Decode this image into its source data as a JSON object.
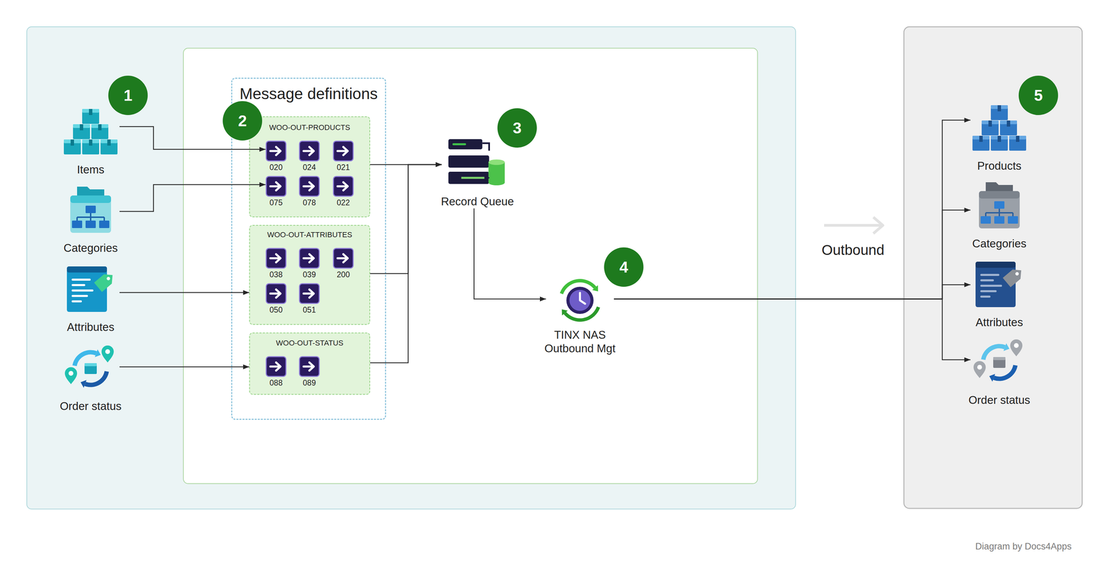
{
  "diagram": {
    "nodes": [
      {
        "text": [
          "Items"
        ]
      },
      {
        "text": [
          "Categories"
        ]
      },
      {
        "text": [
          "Attributes"
        ]
      },
      {
        "text": [
          "Order status"
        ]
      },
      {
        "text": [
          "Message definitions"
        ]
      },
      {
        "text": [
          "WOO-OUT-PRODUCTS"
        ],
        "in": 4
      },
      {
        "text": [
          "020"
        ],
        "in": 5
      },
      {
        "text": [
          "024"
        ],
        "in": 5
      },
      {
        "text": [
          "021"
        ],
        "in": 5
      },
      {
        "text": [
          "075"
        ],
        "in": 5
      },
      {
        "text": [
          "078"
        ],
        "in": 5
      },
      {
        "text": [
          "022"
        ],
        "in": 5
      },
      {
        "text": [
          "WOO-OUT-ATTRIBUTES"
        ],
        "in": 4
      },
      {
        "text": [
          "038"
        ],
        "in": 12
      },
      {
        "text": [
          "039"
        ],
        "in": 12
      },
      {
        "text": [
          "200"
        ],
        "in": 12
      },
      {
        "text": [
          "050"
        ],
        "in": 12
      },
      {
        "text": [
          "051"
        ],
        "in": 12
      },
      {
        "text": [
          "WOO-OUT-STATUS"
        ],
        "in": 4
      },
      {
        "text": [
          "088"
        ],
        "in": 18
      },
      {
        "text": [
          "089"
        ],
        "in": 18
      },
      {
        "text": [
          "Record Queue"
        ]
      },
      {
        "text": [
          "TINX NAS Outbound Mgt"
        ]
      },
      {
        "text": [
          "Products"
        ]
      },
      {
        "text": [
          "Categories"
        ]
      },
      {
        "text": [
          "Attributes"
        ]
      },
      {
        "text": [
          "Order status"
        ]
      }
    ],
    "edges": [
      {
        "from": 0,
        "to": 6,
        "arrow": "to"
      },
      {
        "from": 1,
        "to": 9,
        "arrow": "to"
      },
      {
        "from": 2,
        "to": 12,
        "arrow": "to"
      },
      {
        "from": 3,
        "to": 18,
        "arrow": "to"
      },
      {
        "from": 5,
        "to": 21,
        "arrow": "to"
      },
      {
        "from": 12,
        "to": 21,
        "arrow": "to"
      },
      {
        "from": 18,
        "to": 21,
        "arrow": "to"
      },
      {
        "from": 21,
        "to": 22,
        "arrow": "to"
      },
      {
        "from": 22,
        "to": 23,
        "arrow": "to"
      },
      {
        "from": 22,
        "to": 24,
        "arrow": "to"
      },
      {
        "from": 22,
        "to": 25,
        "arrow": "to"
      },
      {
        "from": 22,
        "to": 26,
        "arrow": "to"
      }
    ],
    "labels": [
      "1",
      "2",
      "3",
      "4",
      "5",
      "Outbound",
      "Diagram by Docs4Apps"
    ]
  }
}
